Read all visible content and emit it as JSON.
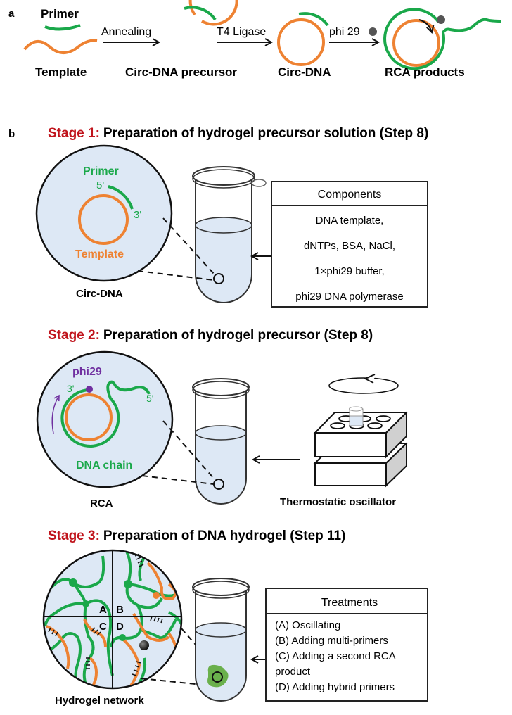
{
  "colors": {
    "green": "#1aa84a",
    "orange": "#ee8232",
    "red": "#c0141c",
    "purple": "#7030a0",
    "lightblue": "#dde8f5",
    "black": "#111111",
    "gray": "#555555"
  },
  "panel_a": {
    "label": "a",
    "primer_label": "Primer",
    "template_label": "Template",
    "step1": "Annealing",
    "step2": "T4 Ligase",
    "step3": "phi 29",
    "product1": "Circ-DNA precursor",
    "product2": "Circ-DNA",
    "product3": "RCA products"
  },
  "panel_b": {
    "label": "b",
    "stage1": {
      "prefix": "Stage 1:",
      "title": "Preparation of hydrogel precursor solution (Step 8)",
      "circle_primer": "Primer",
      "five_prime": "5'",
      "three_prime": "3'",
      "circle_template": "Template",
      "caption": "Circ-DNA",
      "components_header": "Components",
      "components": [
        "DNA template,",
        "dNTPs, BSA, NaCl,",
        "1×phi29 buffer,",
        "phi29 DNA polymerase"
      ]
    },
    "stage2": {
      "prefix": "Stage 2:",
      "title": "Preparation of hydrogel precursor (Step 8)",
      "enzyme": "phi29",
      "three_prime": "3'",
      "five_prime": "5'",
      "chain_label": "DNA chain",
      "caption": "RCA",
      "device_caption": "Thermostatic oscillator"
    },
    "stage3": {
      "prefix": "Stage 3:",
      "title": "Preparation of DNA hydrogel (Step 11)",
      "quadrants": [
        "A",
        "B",
        "C",
        "D"
      ],
      "caption": "Hydrogel network",
      "treatments_header": "Treatments",
      "treatments": [
        "(A) Oscillating",
        "(B) Adding multi-primers",
        "(C) Adding a second RCA",
        "product",
        "(D) Adding hybrid primers"
      ]
    }
  }
}
